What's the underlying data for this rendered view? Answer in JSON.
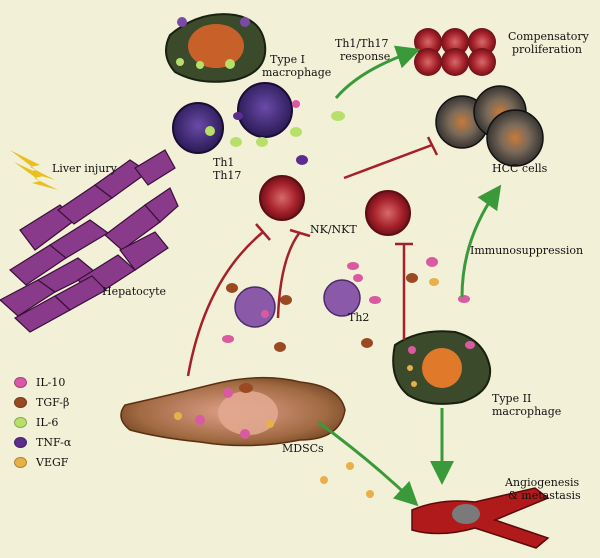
{
  "labels": {
    "liver_injury": "Liver injury",
    "hepatocyte": "Hepatocyte",
    "type1_macrophage": [
      "Type I",
      "macrophage"
    ],
    "th_response": [
      "Th1/Th17",
      "response"
    ],
    "compensatory": [
      "Compensatory",
      "proliferation"
    ],
    "th1_th17": [
      "Th1",
      "Th17"
    ],
    "nk_nkt": "NK/NKT",
    "hcc_cells": "HCC cells",
    "immunosuppression": "Immunosuppression",
    "th2": "Th2",
    "type2_macrophage": [
      "Type II",
      "macrophage"
    ],
    "mdscs": "MDSCs",
    "angiogenesis": [
      "Angiogenesis",
      "& metastasis"
    ]
  },
  "legend": [
    {
      "label": "IL-10",
      "color": "#d95aa0",
      "icon": "il10-dot-icon"
    },
    {
      "label": "TGF-β",
      "color": "#9a4a22",
      "icon": "tgfb-dot-icon"
    },
    {
      "label": "IL-6",
      "color": "#b7e06a",
      "icon": "il6-dot-icon"
    },
    {
      "label": "TNF-α",
      "color": "#5a2d8e",
      "icon": "tnfa-dot-icon"
    },
    {
      "label": "VEGF",
      "color": "#e8b048",
      "icon": "vegf-dot-icon"
    }
  ]
}
